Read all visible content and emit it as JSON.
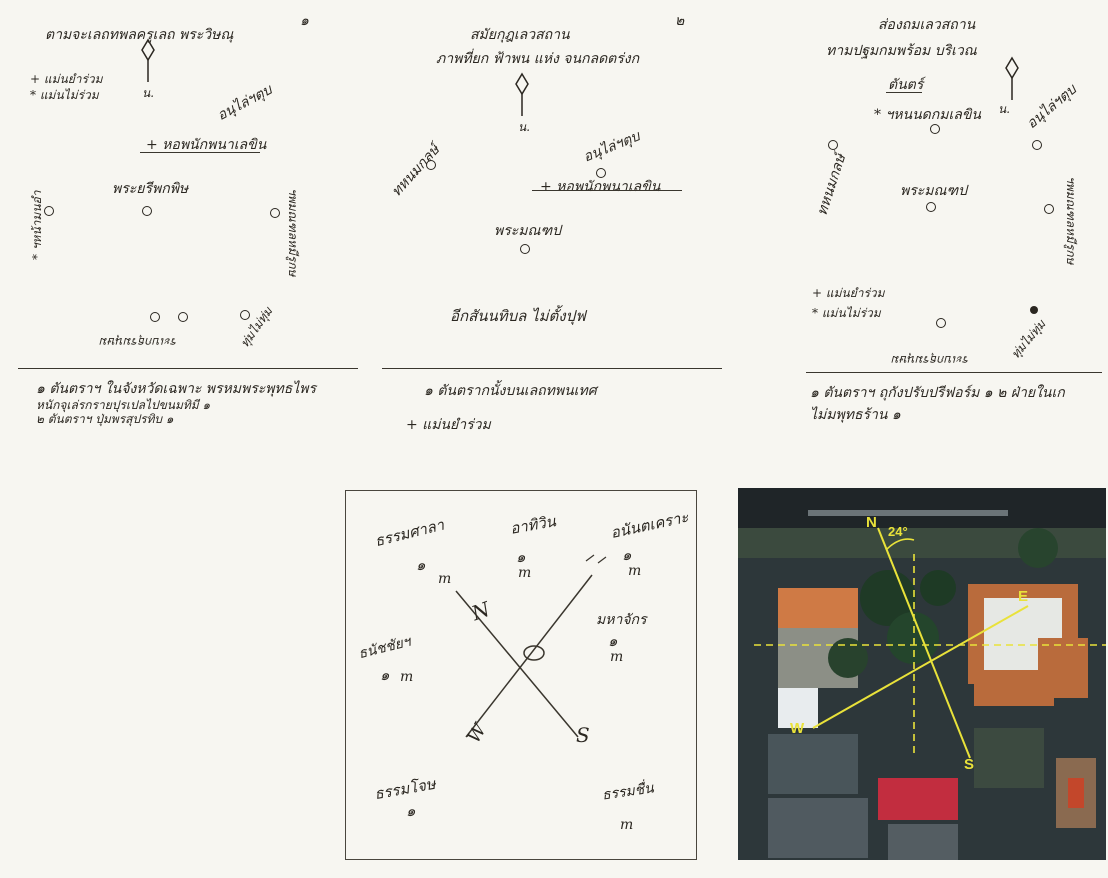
{
  "panel1": {
    "title": "ตามจะเลถทพลครูเลถ พระวิษณุ",
    "number": "๑",
    "legend_true": "+ แม่นยำร่วม",
    "legend_false": "* แม่นไม่ร่วม",
    "north_label": "น.",
    "ne_label": "อนุไล่ฯตุบ",
    "ref_line": "+ หอพนักพนาเลขิน",
    "west_label": "* ฯหน้ามนอำ",
    "center_label": "พระยรีพกพิษ",
    "east_label": "ฯพมณฑลหมีรูกษ",
    "south_label": "ระเบกธุรมนุษม",
    "se_label": "ทุ่มไม่ทุ่ม",
    "caption1": "๑ ตันตราฯ ในจังหวัดเฉพาะ พรหมพระพุทธไพร",
    "caption2": "หนักจุเล่รกรายปุรเปลไปขนมทิมี ๑",
    "caption3": "๒ ตันตราฯ ปุ่มพรสุปรทิบ ๑"
  },
  "panel2": {
    "number": "๒",
    "title1": "สมัยกุฎเลวสถาน",
    "title2": "ภาพที่ยก ฟ้าพน แห่ง จนกลดตร่งก",
    "north_label": "น.",
    "nw_label": "ทหนมกลษ์",
    "ne_label": "อนุไล่ฯตุบ",
    "ref_line": "+ หอพนักพนาเลขิน",
    "center_label": "พระมณฑป",
    "bottom_label": "อีกสันนทิบล ไม่ตั้งปุฟ",
    "caption1": "๑ ตันตรากนั้งบนเลถทพนเทศ",
    "caption2": "+ แม่นยำร่วม"
  },
  "panel3": {
    "title1": "ส่องถมเลวสถาน",
    "title2": "ทามปฐมกมพร้อม บริเวณ",
    "title3": "ตันตร์",
    "north_label": "น.",
    "nw_label": "ทหนมกลษ์",
    "star_label": "* ฯหนนดกมเลขิน",
    "ne_label": "อนุไล่ฯตุบ",
    "center_label": "พระมณฑป",
    "east_label": "ฯพมณฑลหมีรูกษ",
    "legend_true": "+ แม่นยำร่วม",
    "legend_false": "* แม่นไม่ร่วม",
    "south_label": "ระเบกธุรมนุษม",
    "se_label": "ทุ่มไม่ทุ่ม",
    "caption1": "๑ ตันตราฯ ถุกังปรับปรีฟอร์ม ๑ ๒ ฝ่ายในเก",
    "caption2": "ไม่มพุทธร้าน ๑"
  },
  "sketch": {
    "nw": "ธรรมศาลา",
    "n": "อาทิวิน",
    "ne": "อนันตเคราะ",
    "e": "มหาจักร",
    "w": "ธนัชชัยฯ",
    "sw": "ธรรมโจษ",
    "se": "ธรรมชื่น",
    "nums": [
      "๑",
      "๑",
      "๑",
      "๑",
      "๑",
      "๑"
    ],
    "m": "m",
    "compass_n": "N",
    "compass_s": "S",
    "compass_w": "W"
  },
  "photo": {
    "n": "N",
    "angle": "24°",
    "e": "E",
    "w": "W",
    "s": "S"
  },
  "colors": {
    "ink": "#2b2721",
    "annot": "#e9e23a",
    "roof": "#c2703a"
  }
}
